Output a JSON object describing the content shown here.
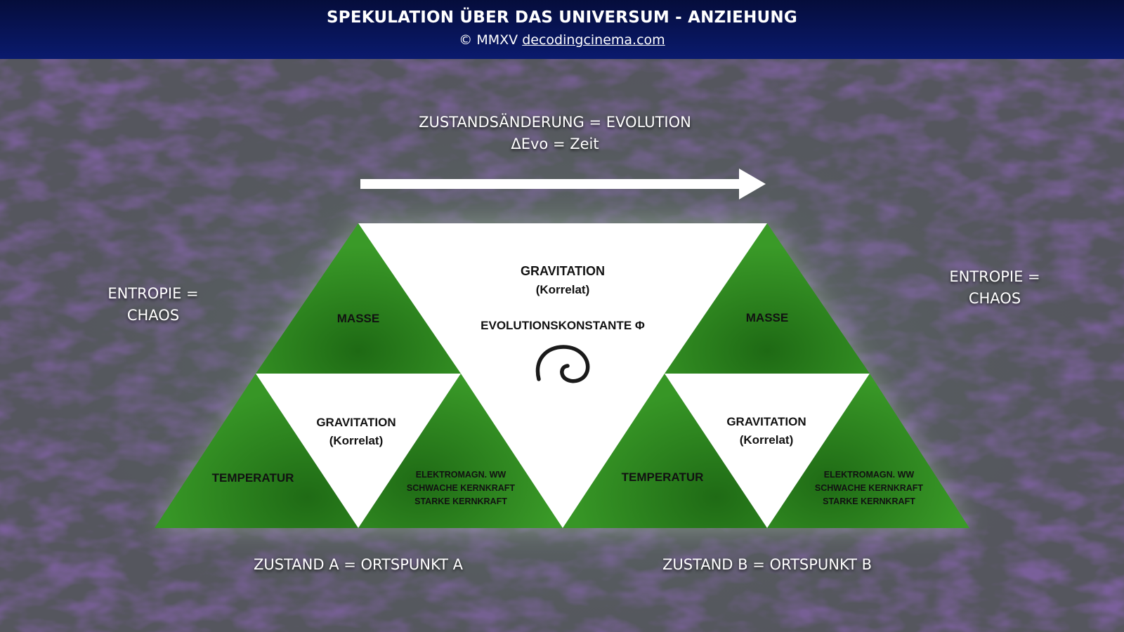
{
  "header": {
    "title": "SPEKULATION ÜBER DAS UNIVERSUM - ANZIEHUNG",
    "credit_prefix": "© MMXV",
    "credit_link": "decodingcinema.com"
  },
  "evolution": {
    "line1": "ZUSTANDSÄNDERUNG = EVOLUTION",
    "line2": "ΔEvo = Zeit"
  },
  "entropy_left": {
    "line1": "ENTROPIE =",
    "line2": "CHAOS"
  },
  "entropy_right": {
    "line1": "ENTROPIE =",
    "line2": "CHAOS"
  },
  "center": {
    "gravitation": "GRAVITATION",
    "korrelat": "(Korrelat)",
    "constant": "EVOLUTIONSKONSTANTE Φ"
  },
  "state_a": {
    "masse": "MASSE",
    "temperatur": "TEMPERATUR",
    "gravitation": "GRAVITATION",
    "korrelat": "(Korrelat)",
    "forces": [
      "ELEKTROMAGN. WW",
      "SCHWACHE KERNKRAFT",
      "STARKE KERNKRAFT"
    ],
    "caption": "ZUSTAND A = ORTSPUNKT A"
  },
  "state_b": {
    "masse": "MASSE",
    "temperatur": "TEMPERATUR",
    "gravitation": "GRAVITATION",
    "korrelat": "(Korrelat)",
    "forces": [
      "ELEKTROMAGN. WW",
      "SCHWACHE KERNKRAFT",
      "STARKE KERNKRAFT"
    ],
    "caption": "ZUSTAND B = ORTSPUNKT B"
  },
  "colors": {
    "triangle_green": "#2f8a1f",
    "triangle_white": "#ffffff",
    "header_blue": "#0a1a6e"
  }
}
